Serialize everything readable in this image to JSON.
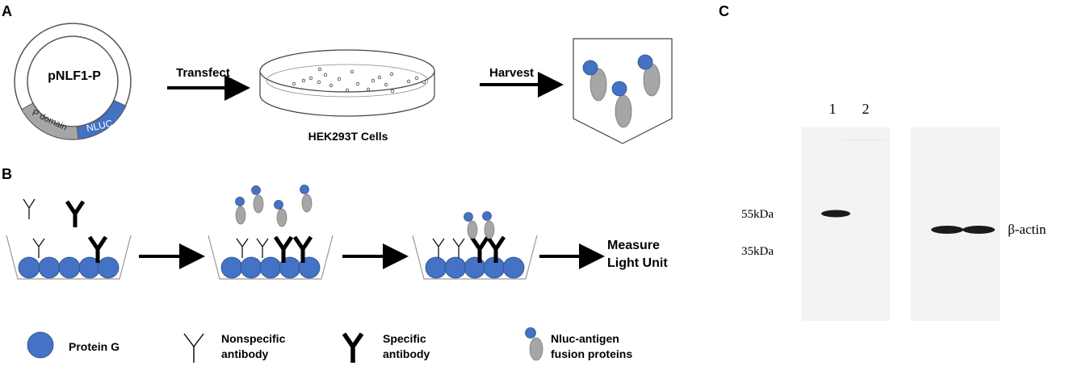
{
  "panels": {
    "a": "A",
    "b": "B",
    "c": "C"
  },
  "panel_a": {
    "plasmid": "pNLF1-P",
    "segment_p": "P domain",
    "segment_nluc": "NLUC",
    "step1": "Transfect",
    "dish": "HEK293T Cells",
    "step2": "Harvest"
  },
  "panel_b": {
    "measure_line1": "Measure",
    "measure_line2": "Light Unit",
    "legend": {
      "protein_g": "Protein G",
      "nonspecific_line1": "Nonspecific",
      "nonspecific_line2": "antibody",
      "specific_line1": "Specific",
      "specific_line2": "antibody",
      "fusion_line1": "Nluc-antigen",
      "fusion_line2": "fusion proteins"
    }
  },
  "panel_c": {
    "lane1": "1",
    "lane2": "2",
    "marker_55": "55kDa",
    "marker_35": "35kDa",
    "actin": "β-actin"
  },
  "colors": {
    "blue": "#4472c4",
    "grey": "#9a9a9a",
    "blot_bg": "#f2f2f2",
    "band": "#1a1a1a"
  }
}
